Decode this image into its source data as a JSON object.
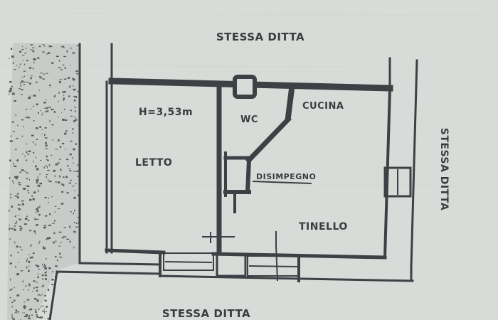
{
  "labels": {
    "top": "STESSA DITTA",
    "right": "STESSA DITTA",
    "bottom": "STESSA DITTA",
    "height_note": "H=3,53m",
    "letto": "LETTO",
    "wc": "WC",
    "cucina": "CUCINA",
    "tinello": "TINELLO",
    "disimpegno": "DISIMPEGNO"
  },
  "colors": {
    "paper": "#d9dbd8",
    "wall": "#3d4044",
    "hatch": "#5a5c5c",
    "text": "#3a3d40"
  }
}
